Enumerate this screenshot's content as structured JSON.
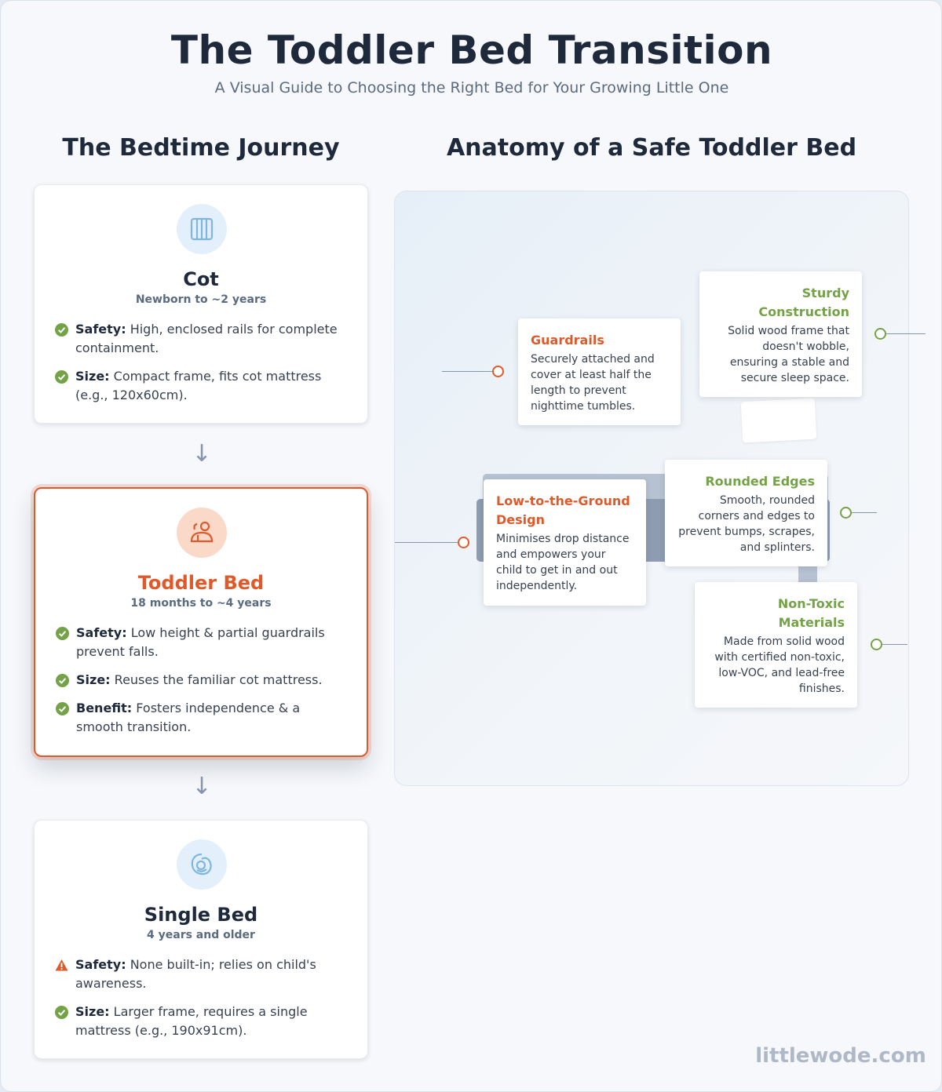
{
  "header": {
    "title": "The Toddler Bed Transition",
    "subtitle": "A Visual Guide to Choosing the Right Bed for Your Growing Little One"
  },
  "journey": {
    "heading": "The Bedtime Journey",
    "arrow_glyph": "↓",
    "stages": [
      {
        "icon": "cot-icon",
        "name": "Cot",
        "age": "Newborn to ~2 years",
        "features": [
          {
            "status": "check",
            "label": "Safety:",
            "text": "High, enclosed rails for complete containment."
          },
          {
            "status": "check",
            "label": "Size:",
            "text": "Compact frame, fits cot mattress (e.g., 120x60cm)."
          }
        ]
      },
      {
        "icon": "toddler-icon",
        "name": "Toddler Bed",
        "age": "18 months to ~4 years",
        "highlighted": true,
        "features": [
          {
            "status": "check",
            "label": "Safety:",
            "text": "Low height & partial guardrails prevent falls."
          },
          {
            "status": "check",
            "label": "Size:",
            "text": "Reuses the familiar cot mattress."
          },
          {
            "status": "check",
            "label": "Benefit:",
            "text": "Fosters independence & a smooth transition."
          }
        ]
      },
      {
        "icon": "child-sleep-icon",
        "name": "Single Bed",
        "age": "4 years and older",
        "features": [
          {
            "status": "warning",
            "label": "Safety:",
            "text": "None built-in; relies on child's awareness."
          },
          {
            "status": "check",
            "label": "Size:",
            "text": "Larger frame, requires a single mattress (e.g., 190x91cm)."
          }
        ]
      }
    ]
  },
  "anatomy": {
    "heading": "Anatomy of a Safe Toddler Bed",
    "callouts": [
      {
        "title": "Guardrails",
        "desc": "Securely attached and cover at least half the length to prevent nighttime tumbles.",
        "tone": "orange"
      },
      {
        "title": "Sturdy Construction",
        "desc": "Solid wood frame that doesn't wobble, ensuring a stable and secure sleep space.",
        "tone": "green"
      },
      {
        "title": "Low-to-the-Ground Design",
        "desc": "Minimises drop distance and empowers your child to get in and out independently.",
        "tone": "orange"
      },
      {
        "title": "Rounded Edges",
        "desc": "Smooth, rounded corners and edges to prevent bumps, scrapes, and splinters.",
        "tone": "green"
      },
      {
        "title": "Non-Toxic Materials",
        "desc": "Made from solid wood with certified non-toxic, low-VOC, and lead-free finishes.",
        "tone": "green"
      }
    ]
  },
  "footer": {
    "brand": "littlewode.com"
  },
  "colors": {
    "accent_orange": "#df5a2b",
    "accent_green": "#74a247",
    "text_dark": "#1e293b",
    "muted": "#5a6b80",
    "icon_blue": "#7fb6e0"
  }
}
